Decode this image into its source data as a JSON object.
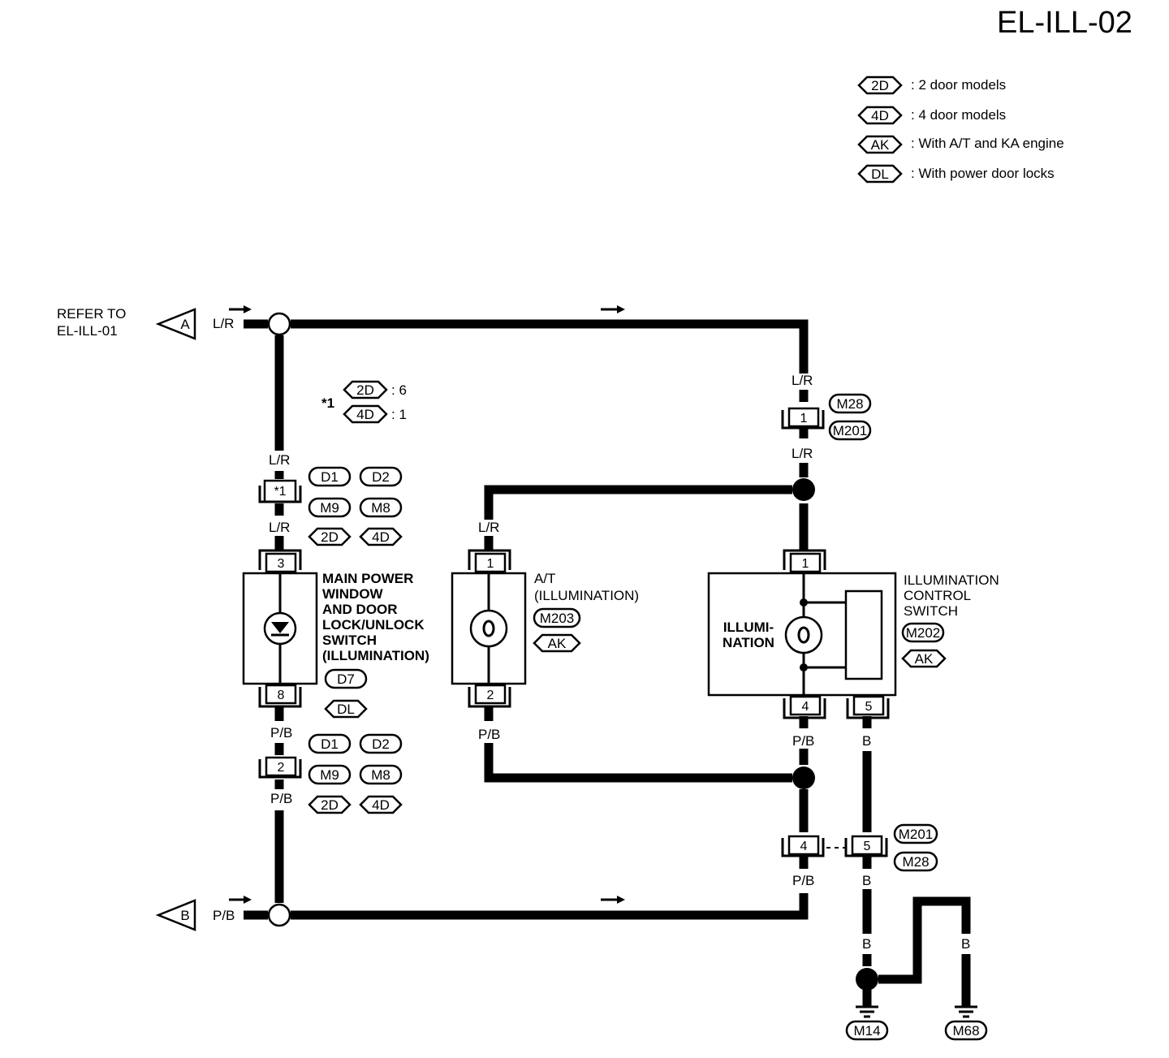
{
  "page_id": "EL-ILL-02",
  "legend": [
    {
      "code": "2D",
      "text": ": 2 door models"
    },
    {
      "code": "4D",
      "text": ": 4 door models"
    },
    {
      "code": "AK",
      "text": ": With A/T and KA engine"
    },
    {
      "code": "DL",
      "text": ": With power door locks"
    }
  ],
  "refer": {
    "line1": "REFER TO",
    "line2": "EL-ILL-01",
    "from_a": "A",
    "from_b": "B"
  },
  "note": {
    "mark": "*1",
    "rows": [
      {
        "code": "2D",
        "value": ": 6"
      },
      {
        "code": "4D",
        "value": ": 1"
      }
    ]
  },
  "wires": {
    "lr": "L/R",
    "pb": "P/B",
    "b": "B"
  },
  "connectors": {
    "c_star1": {
      "pin": "*1",
      "tags": [
        "D1",
        "D2",
        "M9",
        "M8"
      ],
      "variants": [
        "2D",
        "4D"
      ]
    },
    "c_2": {
      "pin": "2",
      "tags": [
        "D1",
        "D2",
        "M9",
        "M8"
      ],
      "variants": [
        "2D",
        "4D"
      ]
    },
    "c_m28_1": {
      "pin": "1",
      "tags": [
        "M28",
        "M201"
      ]
    },
    "c_4_5": {
      "pin_left": "4",
      "pin_right": "5",
      "tags": [
        "M201",
        "M28"
      ]
    }
  },
  "components": {
    "main_switch": {
      "pin_top": "3",
      "pin_bottom": "8",
      "label": [
        "MAIN POWER",
        "WINDOW",
        "AND DOOR",
        "LOCK/UNLOCK",
        "SWITCH",
        "(ILLUMINATION)"
      ],
      "tag": "D7",
      "variant": "DL"
    },
    "at_illum": {
      "pin_top": "1",
      "pin_bottom": "2",
      "label": [
        "A/T",
        "(ILLUMINATION)"
      ],
      "tag": "M203",
      "variant": "AK"
    },
    "illum_control": {
      "pin_top": "1",
      "pin_bottom_left": "4",
      "pin_bottom_right": "5",
      "label": [
        "ILLUMINATION",
        "CONTROL",
        "SWITCH"
      ],
      "inner_label": [
        "ILLUMI-",
        "NATION"
      ],
      "tag": "M202",
      "variant": "AK"
    }
  },
  "grounds": {
    "left": "M14",
    "right": "M68"
  }
}
